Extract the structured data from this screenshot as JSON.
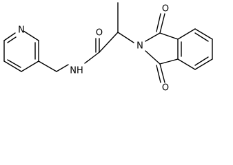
{
  "molecule": {
    "atom_labels": {
      "pyridine_n": "N",
      "amide_o": "O",
      "amide_nh": "NH",
      "imide_n": "N",
      "imide_o_top": "O",
      "imide_o_bottom": "O"
    },
    "colors": {
      "bond": "#000000",
      "background": "#ffffff"
    }
  }
}
